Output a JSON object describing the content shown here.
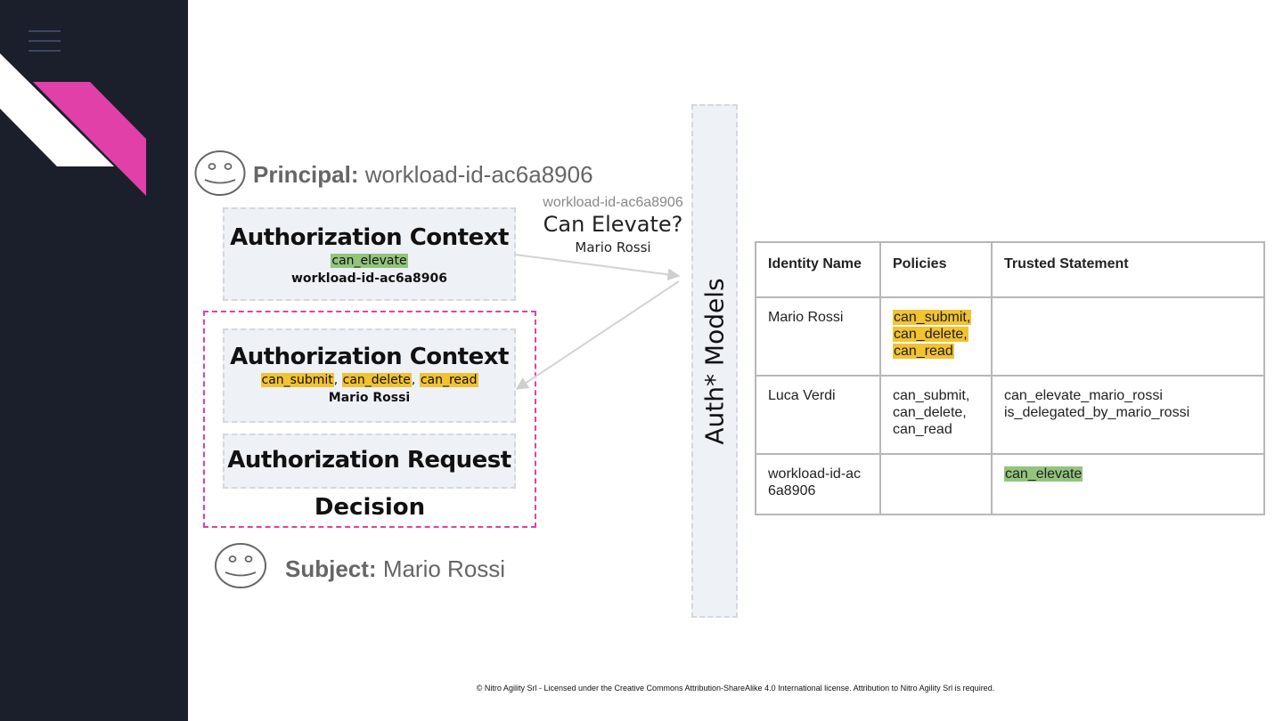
{
  "principal": {
    "label": "Principal:",
    "value": "workload-id-ac6a8906"
  },
  "subject": {
    "label": "Subject:",
    "value": "Mario Rossi"
  },
  "context_principal": {
    "title": "Authorization Context",
    "tag": "can_elevate",
    "identity": "workload-id-ac6a8906"
  },
  "context_subject": {
    "title": "Authorization Context",
    "tags": [
      "can_submit",
      "can_delete",
      "can_read"
    ],
    "separator": ", ",
    "identity": "Mario Rossi"
  },
  "request": {
    "title": "Authorization Request"
  },
  "decision": {
    "label": "Decision"
  },
  "question": {
    "workload": "workload-id-ac6a8906",
    "text": "Can Elevate?",
    "name": "Mario Rossi"
  },
  "models": {
    "label": "Auth* Models"
  },
  "table": {
    "headers": [
      "Identity Name",
      "Policies",
      "Trusted Statement"
    ],
    "rows": [
      {
        "name": "Mario Rossi",
        "policies": [
          "can_submit,",
          "can_delete,",
          "can_read"
        ],
        "statements": []
      },
      {
        "name": "Luca Verdi",
        "policies": [
          "can_submit,",
          "can_delete,",
          "can_read"
        ],
        "statements": [
          "can_elevate_mario_rossi",
          "is_delegated_by_mario_rossi"
        ]
      },
      {
        "name_lines": [
          "workload-id-ac",
          "6a8906"
        ],
        "policies": [],
        "statements": [
          "can_elevate"
        ]
      }
    ]
  },
  "colors": {
    "accent_pink": "#e040a8",
    "highlight_green": "#93c47d",
    "highlight_yellow": "#f1c232",
    "sidebar": "#1b1f2b",
    "box_fill": "#eef1f6"
  },
  "footer": "© Nitro Agility Srl - Licensed under the Creative Commons Attribution-ShareAlike 4.0 International license. Attribution to Nitro Agility Srl is required."
}
